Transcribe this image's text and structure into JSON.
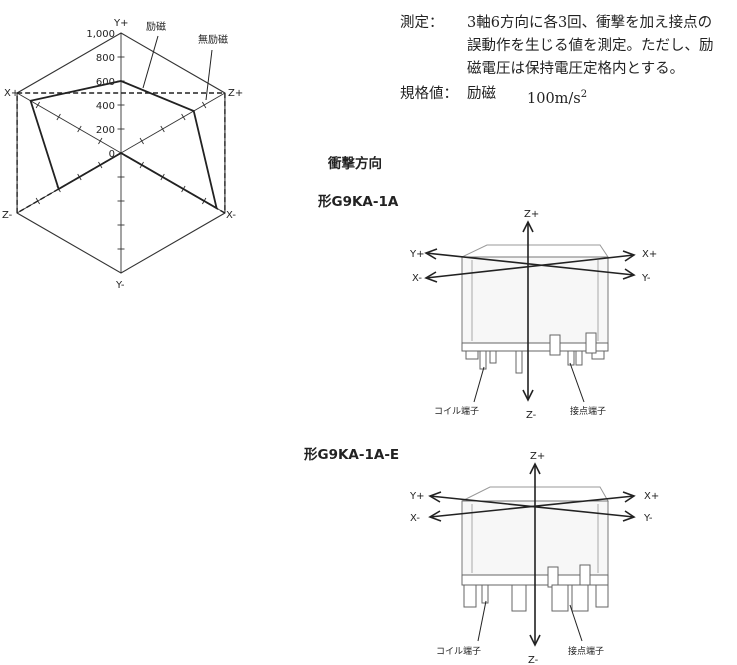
{
  "radar": {
    "type": "radar",
    "axes": [
      "Y+",
      "Z+",
      "X-",
      "Y-",
      "Z-",
      "X+"
    ],
    "ticks": [
      "1,000",
      "800",
      "600",
      "400",
      "200",
      "0"
    ],
    "rmax": 1000,
    "series": [
      {
        "name": "励磁",
        "style": "solid",
        "values": [
          600,
          700,
          920,
          0,
          600,
          870
        ]
      },
      {
        "name": "無励磁",
        "style": "dashed",
        "values": [
          500,
          1000,
          1000,
          0,
          1000,
          1000
        ]
      }
    ]
  },
  "notes": {
    "measure_label": "測定：",
    "measure_line1": "3軸6方向に各3回、衝撃を加え接点の",
    "measure_line2": "誤動作を生じる値を測定。ただし、励",
    "measure_line3": "磁電圧は保持電圧定格内とする。",
    "spec_label": "規格値：",
    "spec_mode": "励磁",
    "spec_value": "100m/s",
    "spec_sup": "2"
  },
  "shock": {
    "heading": "衝撃方向",
    "models": [
      {
        "title": "形G9KA-1A",
        "labels": {
          "zp": "Z+",
          "zm": "Z-",
          "yp": "Y+",
          "xm": "X-",
          "xp": "X+",
          "ym": "Y-"
        },
        "coil": "コイル端子",
        "contact": "接点端子"
      },
      {
        "title": "形G9KA-1A-E",
        "labels": {
          "zp": "Z+",
          "zm": "Z-",
          "yp": "Y+",
          "xm": "X-",
          "xp": "X+",
          "ym": "Y-"
        },
        "coil": "コイル端子",
        "contact": "接点端子"
      }
    ]
  }
}
